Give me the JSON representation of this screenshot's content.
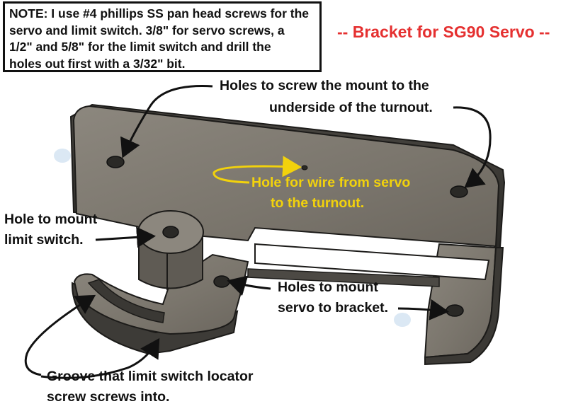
{
  "note": {
    "lines": [
      "NOTE:  I use #4 phillips SS pan head screws for the",
      "servo and limit switch.  3/8\" for servo screws, a",
      "1/2\" and 5/8\" for the limit switch and drill the",
      "holes out first with a 3/32\" bit."
    ]
  },
  "title": "-- Bracket for SG90 Servo --",
  "labels": {
    "mount_holes": [
      "Holes to screw the mount to the",
      "underside of the turnout."
    ],
    "wire_hole": [
      "Hole for wire from servo",
      "to the turnout."
    ],
    "limit_switch_hole": [
      "Hole to mount",
      "limit switch."
    ],
    "servo_holes": [
      "Holes to mount",
      "servo to bracket."
    ],
    "groove": [
      "Groove that limit switch locator",
      "screw screws into."
    ]
  },
  "colors": {
    "title": "#e53030",
    "wire_label": "#f2d20c",
    "text": "#111111",
    "bracket_top": "#807b72",
    "bracket_side": "#3a3834",
    "bracket_edge": "#1c1b19"
  }
}
